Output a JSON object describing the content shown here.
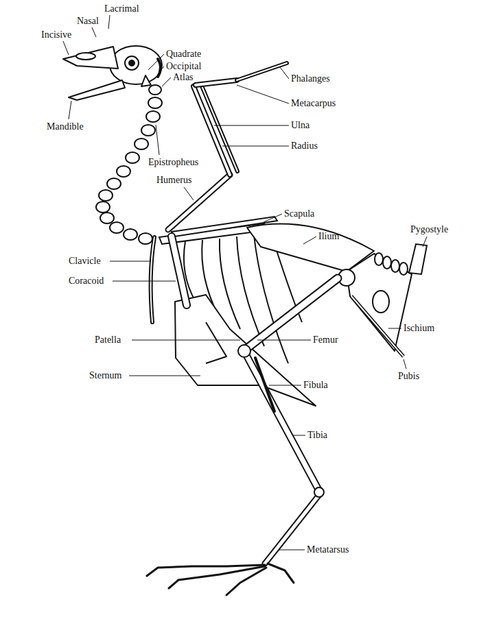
{
  "diagram": {
    "labels": [
      "Lacrimal",
      "Nasal",
      "Incisive",
      "Quadrate",
      "Occipital",
      "Atlas",
      "Phalanges",
      "Mandible",
      "Metacarpus",
      "Ulna",
      "Radius",
      "Epistropheus",
      "Humerus",
      "Scapula",
      "Pygostyle",
      "Ilium",
      "Clavicle",
      "Coracoid",
      "Ischium",
      "Patella",
      "Femur",
      "Sternum",
      "Fibula",
      "Pubis",
      "Tibia",
      "Metatarsus"
    ]
  }
}
